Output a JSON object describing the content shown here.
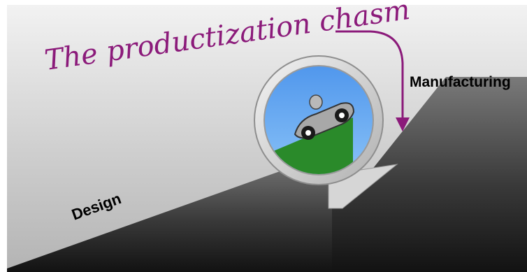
{
  "diagram": {
    "title": "The productization chasm",
    "labels": {
      "manufacturing": "Manufacturing",
      "design": "Design"
    }
  },
  "colors": {
    "title": "#8b1a7a",
    "arrow": "#8b1a7a",
    "background_light": "#f2f2f2",
    "background_mid": "#b9b9b9",
    "slope_light": "#7a7a7a",
    "slope_dark": "#141414",
    "lens_sky": "#5ea4f0",
    "lens_grass": "#2a8a2a",
    "label_text": "#000000",
    "design_text": "#ffffff"
  },
  "icons": [
    "magnifier-lens-icon",
    "car-icon",
    "curved-arrow-icon"
  ]
}
